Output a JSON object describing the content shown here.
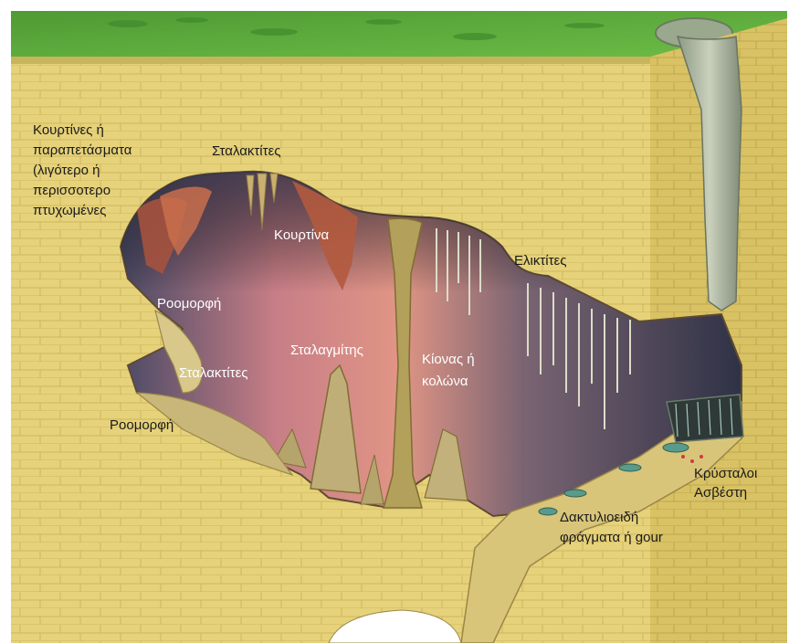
{
  "colors": {
    "grass": "#5aa83a",
    "rock": "#e6d27a",
    "rock_side": "#d8c264",
    "brick_line": "#b89e48",
    "cave_light": "#d98a86",
    "cave_dark": "#3a3e56",
    "formation": "#c9b071"
  },
  "labels": {
    "curtains_or_draperies": [
      "Κουρτίνες ή",
      "παραπετάσματα",
      "(λιγότερο ή",
      "περισσοτερο",
      "πτυχωμένες"
    ],
    "stalactites_top": "Σταλακτίτες",
    "curtain": "Κουρτίνα",
    "helictites": "Ελικτίτες",
    "flowstone_upper": "Ροομορφή",
    "stalactites_lower": "Σταλακτίτες",
    "stalagmite": "Σταλαγμίτης",
    "column": [
      "Κίονας ή",
      "κολώνα"
    ],
    "flowstone_lower": "Ροομορφή",
    "calcite_crystals": [
      "Κρύσταλοι",
      "Ασβέστη"
    ],
    "rimstone_dams": [
      "Δακτυλιοειδή",
      "φράγματα ή gour"
    ]
  }
}
